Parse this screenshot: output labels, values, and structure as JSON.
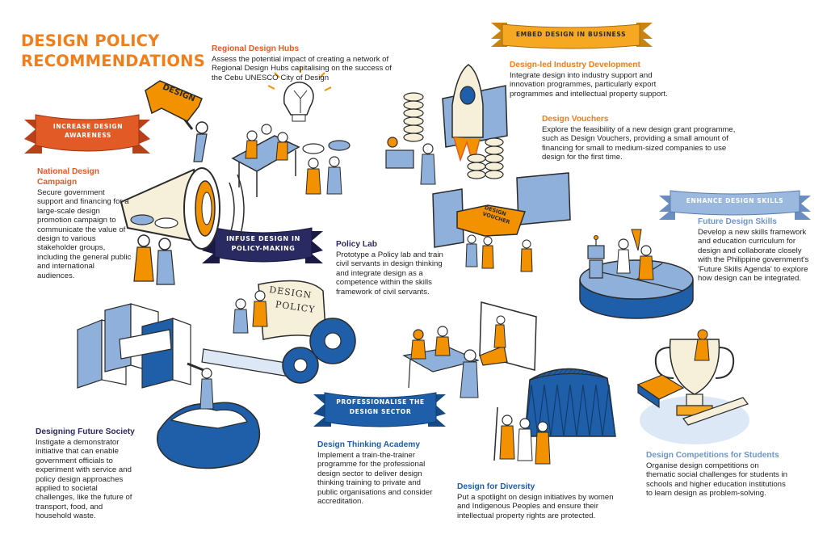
{
  "title": {
    "line1": "DESIGN POLICY",
    "line2": "RECOMMENDATIONS"
  },
  "ribbons": {
    "increase_awareness": [
      "INCREASE DESIGN",
      "AWARENESS"
    ],
    "infuse_policy": [
      "INFUSE DESIGN IN",
      "POLICY-MAKING"
    ],
    "embed_business": "EMBED DESIGN IN BUSINESS",
    "enhance_skills": "ENHANCE DESIGN SKILLS",
    "professionalise": [
      "PROFESSIONALISE THE",
      "DESIGN SECTOR"
    ]
  },
  "illustration_labels": {
    "flag": "DESIGN",
    "scroll": [
      "DESIGN",
      "POLICY"
    ],
    "voucher": [
      "DESIGN",
      "VOUCHER"
    ]
  },
  "recommendations": {
    "regional_hubs": {
      "heading": "Regional Design Hubs",
      "text": "Assess the potential impact of creating a network of Regional Design Hubs capitalising on the success of the Cebu UNESCO City of Design"
    },
    "national_campaign": {
      "heading": "National Design Campaign",
      "text": "Secure government support and financing for a large-scale design promotion campaign to communicate the value of design to various stakeholder groups, including the general public and international audiences."
    },
    "industry_development": {
      "heading": "Design-led Industry Development",
      "text": "Integrate design into industry support and innovation programmes, particularly export programmes and intellectual property support."
    },
    "vouchers": {
      "heading": "Design Vouchers",
      "text": "Explore the feasibility of a new design grant programme, such as Design Vouchers, providing a small amount of financing for small to medium-sized companies to use design for the first time."
    },
    "future_skills": {
      "heading": "Future Design Skills",
      "text": "Develop a new skills framework and education curriculum for design and collaborate closely with the Philippine government's 'Future Skills Agenda' to explore how design can be integrated."
    },
    "policy_lab": {
      "heading": "Policy Lab",
      "text": "Prototype a Policy lab and train civil servants in design thinking and integrate design as a competence within the skills framework of civil servants."
    },
    "future_society": {
      "heading": "Designing Future Society",
      "text": "Instigate a demonstrator initiative that can enable government officials to experiment with service and policy design approaches applied to societal challenges, like the future of transport, food, and household waste."
    },
    "thinking_academy": {
      "heading": "Design Thinking Academy",
      "text": "Implement a train-the-trainer programme for the professional design sector to deliver design thinking training to private and public organisations and consider accreditation."
    },
    "diversity": {
      "heading": "Design for Diversity",
      "text": "Put a spotlight on design initiatives by women and Indigenous Peoples and ensure their intellectual property rights are protected."
    },
    "competitions": {
      "heading": "Design Competitions for Students",
      "text": "Organise design competitions on thematic social challenges for students in schools and higher education institutions to learn design as problem-solving."
    }
  },
  "colors": {
    "orange": "#f39200",
    "title_orange": "#f07f1b",
    "red_orange": "#e25a25",
    "navy": "#2a2a62",
    "blue": "#1f5ea8",
    "light_blue": "#8fb0db",
    "gold": "#f7a823"
  }
}
